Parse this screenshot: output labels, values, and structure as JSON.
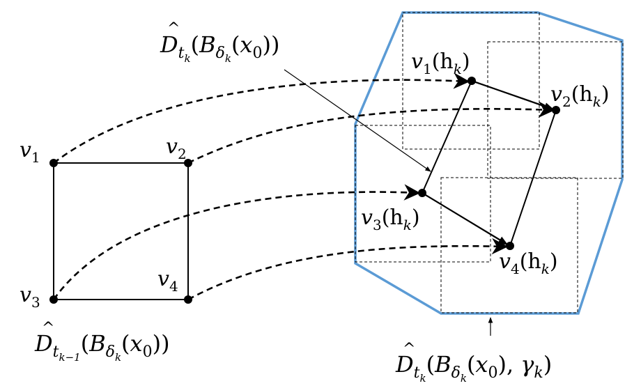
{
  "colors": {
    "hull": "#5b9bd5",
    "ink": "#000000"
  },
  "left_square": {
    "vertices": [
      {
        "name": "v1",
        "label": "v",
        "sub": "1"
      },
      {
        "name": "v2",
        "label": "v",
        "sub": "2"
      },
      {
        "name": "v3",
        "label": "v",
        "sub": "3"
      },
      {
        "name": "v4",
        "label": "v",
        "sub": "4"
      }
    ],
    "caption": {
      "D": "D",
      "t": "t",
      "tsub": "k−1",
      "B": "B",
      "delta": "δ",
      "dsub": "k",
      "x": "x",
      "xsub": "0"
    }
  },
  "right_quad": {
    "vertices": [
      {
        "name": "v1-hk",
        "label": "v",
        "sub": "1",
        "arg": "(h",
        "argsub": "k",
        "close": ")"
      },
      {
        "name": "v2-hk",
        "label": "v",
        "sub": "2",
        "arg": "(h",
        "argsub": "k",
        "close": ")"
      },
      {
        "name": "v3-hk",
        "label": "v",
        "sub": "3",
        "arg": "(h",
        "argsub": "k",
        "close": ")"
      },
      {
        "name": "v4-hk",
        "label": "v",
        "sub": "4",
        "arg": "(h",
        "argsub": "k",
        "close": ")"
      }
    ]
  },
  "top_label": {
    "D": "D",
    "t": "t",
    "tsub": "k",
    "B": "B",
    "delta": "δ",
    "dsub": "k",
    "x": "x",
    "xsub": "0"
  },
  "bottom_label": {
    "D": "D",
    "t": "t",
    "tsub": "k",
    "B": "B",
    "delta": "δ",
    "dsub": "k",
    "x": "x",
    "xsub": "0",
    "gamma": "γ",
    "gsub": "k"
  }
}
